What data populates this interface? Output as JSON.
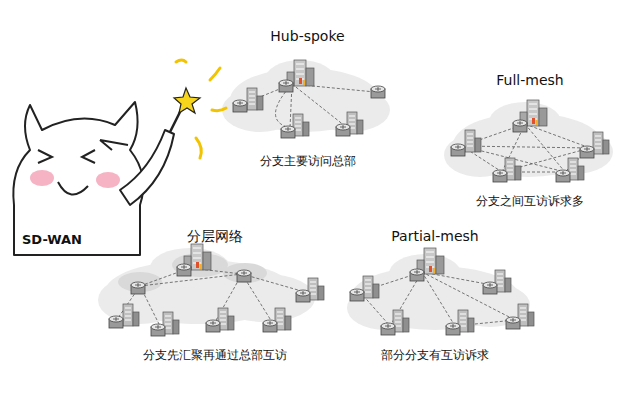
{
  "diagram": {
    "nodes": [
      {
        "text": [
          "Hub-spoke",
          "分支主要访问总部"
        ]
      },
      {
        "text": [
          "Full-mesh",
          "分支之间互访诉求多"
        ]
      },
      {
        "text": [
          "分层网络",
          "分支先汇聚再通过总部互访"
        ]
      },
      {
        "text": [
          "Partial-mesh",
          "部分分支有互访诉求"
        ]
      }
    ],
    "labels": [
      "SD-WAN"
    ]
  }
}
